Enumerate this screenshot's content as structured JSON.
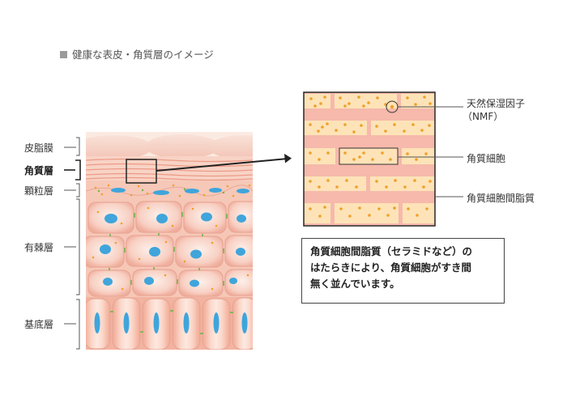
{
  "caption": "健康な表皮・角質層のイメージ",
  "layers": {
    "sebum": "皮脂膜",
    "stratum_corneum": "角質層",
    "granular": "顆粒層",
    "spinous": "有棘層",
    "basal": "基底層"
  },
  "zoom_labels": {
    "nmf_line1": "天然保湿因子",
    "nmf_line2": "（NMF）",
    "corneocyte": "角質細胞",
    "intercellular_lipid": "角質細胞間脂質"
  },
  "note": {
    "line1": "角質細胞間脂質（セラミドなど）の",
    "line2": "はたらきにより、角質細胞がすき間",
    "line3": "無く並んでいます。"
  },
  "colors": {
    "skin_bg": "#fbe5da",
    "cell": "#f8cbbf",
    "cell_border": "#e9a796",
    "nucleus": "#3fa5db",
    "corneocyte_fill": "#fde3b7",
    "lipid": "#f6b9ab",
    "dot": "#f0a02a",
    "green": "#6fb54a",
    "text": "#333333"
  }
}
